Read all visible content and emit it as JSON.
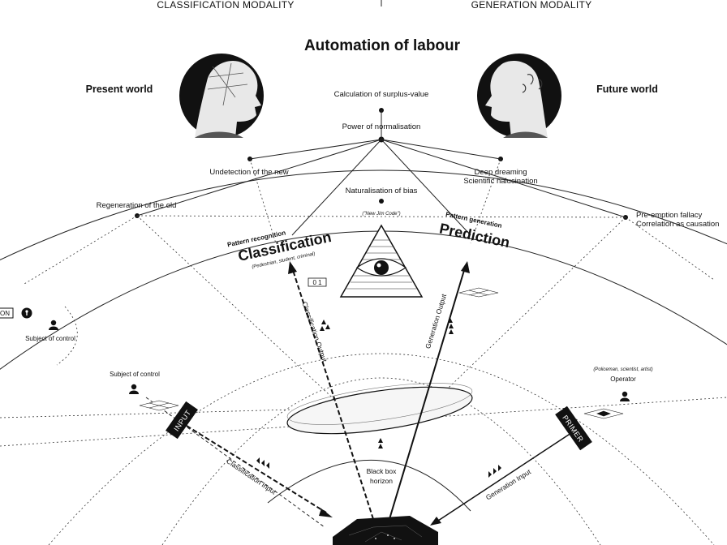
{
  "header": {
    "left_modality": "CLASSIFICATION MODALITY",
    "right_modality": "GENERATION MODALITY",
    "title": "Automation of labour"
  },
  "worlds": {
    "present": "Present world",
    "future": "Future world"
  },
  "nodes": {
    "surplus": "Calculation of surplus-value",
    "normalisation": "Power of normalisation",
    "undetection": "Undetection of the new",
    "deep_dreaming": "Deep dreaming",
    "hallucination": "Scientific halucination",
    "naturalisation": "Naturalisation of bias",
    "jim_code": "(\"New Jim Code\")",
    "regeneration": "Regeneration of the old",
    "preemption": "Pre-emption fallacy",
    "correlation": "Correlation as causation"
  },
  "classification": {
    "sub": "Pattern recognition",
    "main": "Classification",
    "examples": "(Pedestrian, student, criminal)",
    "output": "Classification Output",
    "input": "Classification Input",
    "box": "INPUT"
  },
  "prediction": {
    "sub": "Pattern generation",
    "main": "Prediction",
    "output": "Generation Output",
    "input": "Generation Input",
    "box": "PRIMER"
  },
  "agents": {
    "subject_left": "Subject of control",
    "subject_mid": "Subject of control",
    "operator_examples": "(Policeman, scientist, artist)",
    "operator": "Operator",
    "edge_tag": "ON"
  },
  "binary": "0 1",
  "black_box": [
    "Black box",
    "horizon"
  ],
  "icons": [
    "eye-pyramid-icon",
    "phrenology-head-icon",
    "person-icon",
    "keyhole-icon",
    "grid-diamond-icon",
    "black-box-icon"
  ]
}
